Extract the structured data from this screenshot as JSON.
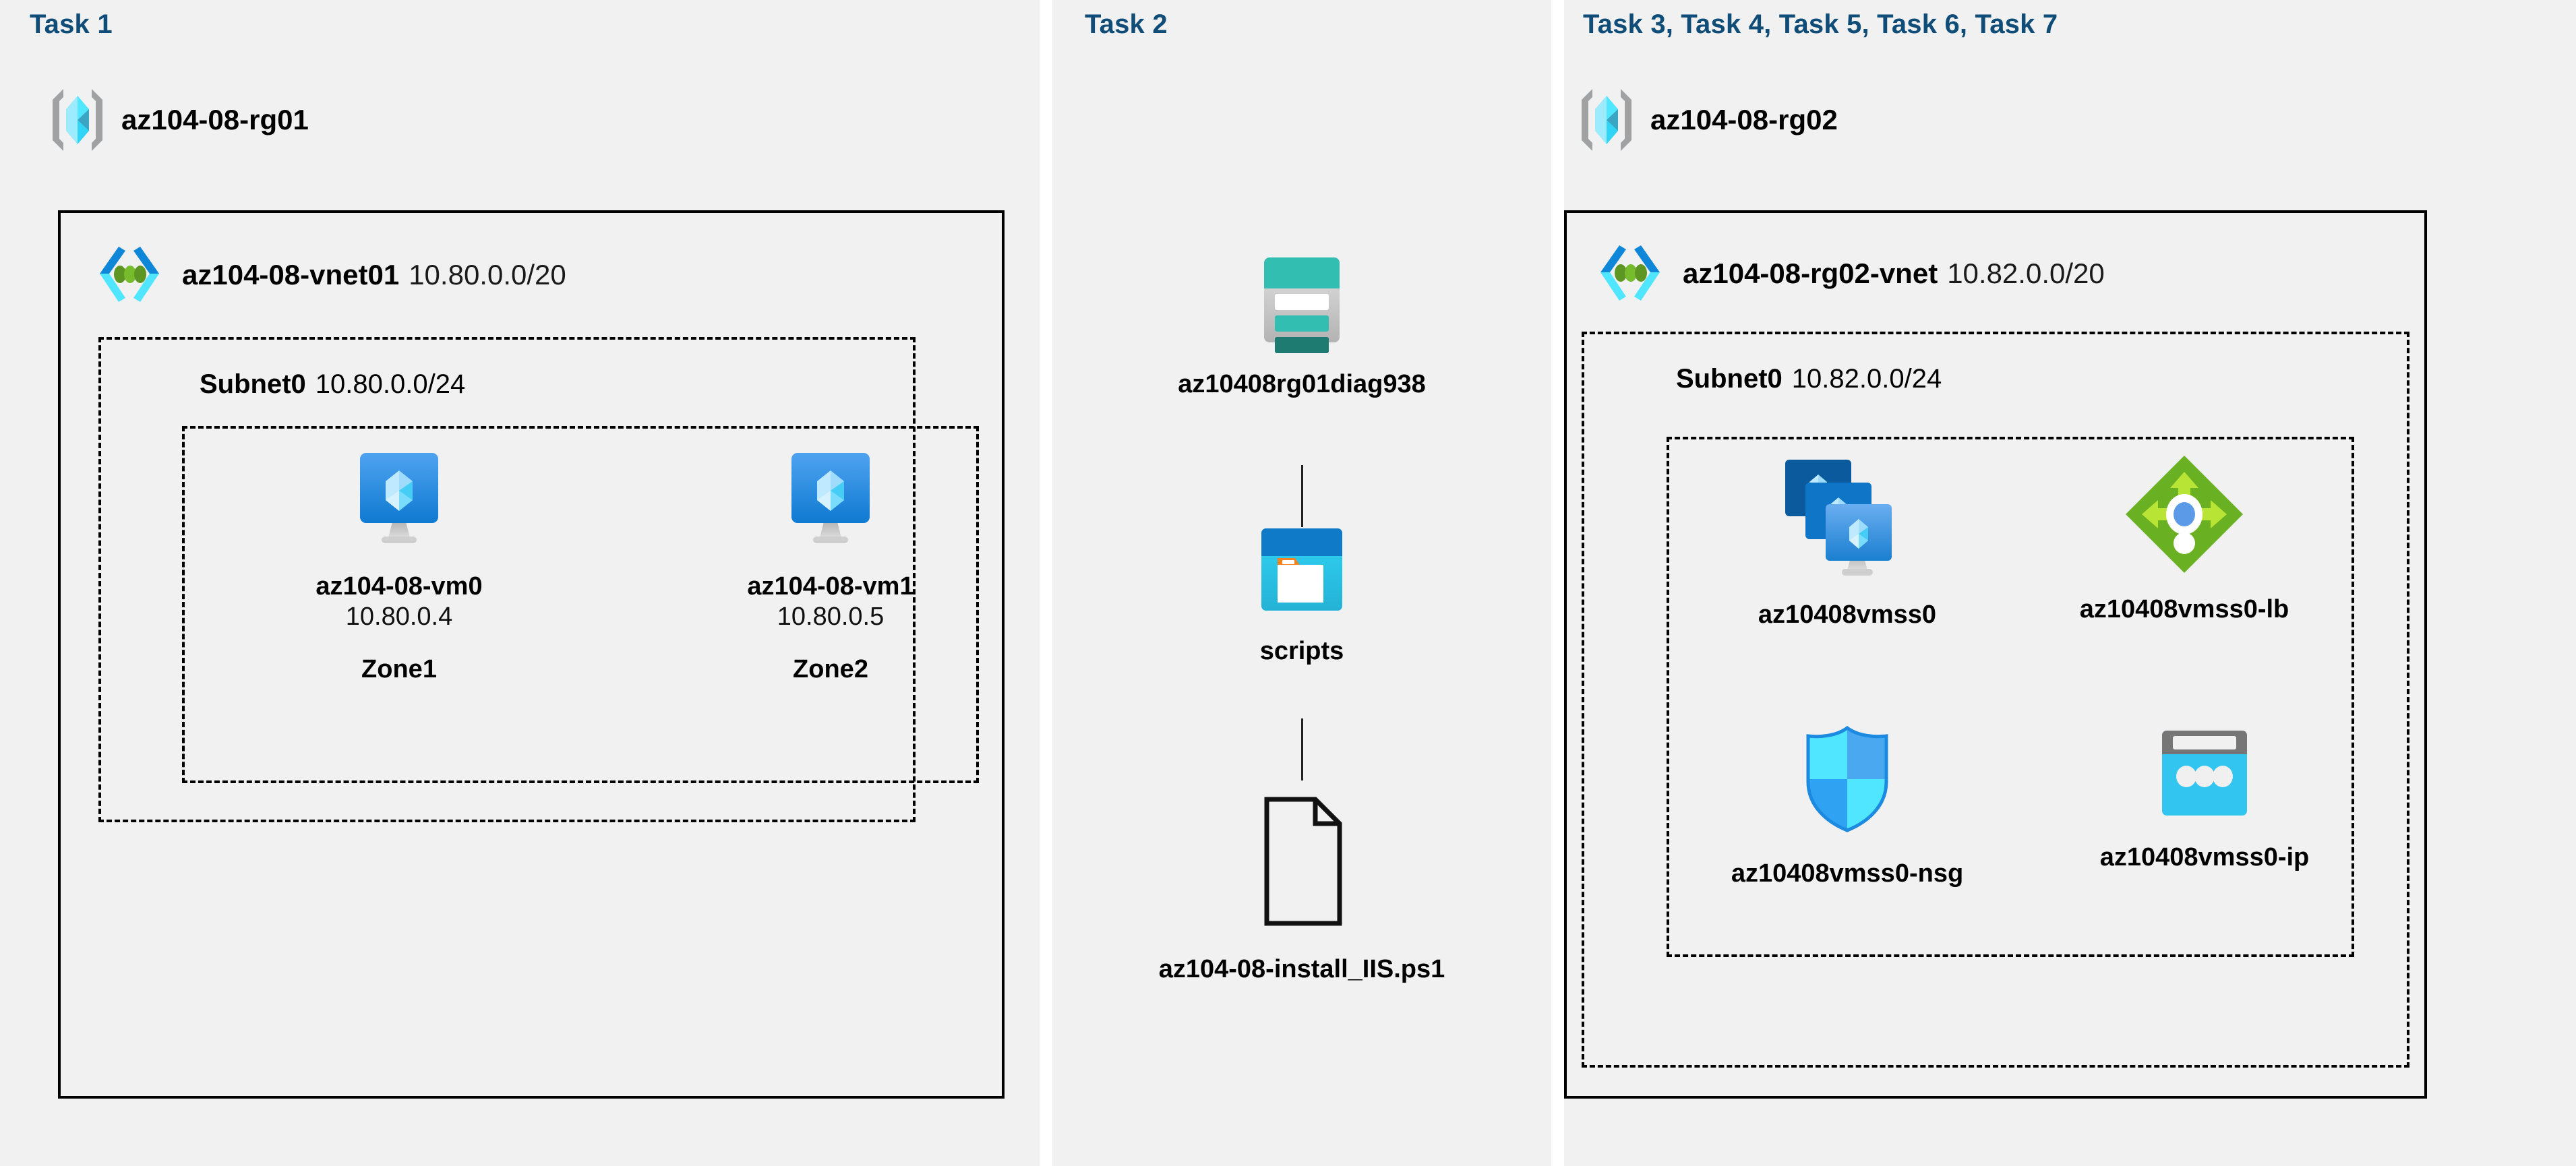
{
  "panels": [
    {
      "heading": "Task 1"
    },
    {
      "heading": "Task 2"
    },
    {
      "heading": "Task 3, Task 4, Task 5, Task 6, Task 7"
    }
  ],
  "task1": {
    "heading": "Task 1",
    "resource_group": {
      "name": "az104-08-rg01",
      "icon": "resource-group-icon"
    },
    "vnet": {
      "name": "az104-08-vnet01",
      "cidr": "10.80.0.0/20",
      "icon": "virtual-network-icon"
    },
    "subnet": {
      "name": "Subnet0",
      "cidr": "10.80.0.0/24"
    },
    "vms": [
      {
        "name": "az104-08-vm0",
        "ip": "10.80.0.4",
        "zone": "Zone1",
        "icon": "virtual-machine-icon"
      },
      {
        "name": "az104-08-vm1",
        "ip": "10.80.0.5",
        "zone": "Zone2",
        "icon": "virtual-machine-icon"
      }
    ]
  },
  "task2": {
    "heading": "Task 2",
    "storage_account": {
      "name": "az10408rg01diag938",
      "icon": "storage-account-icon"
    },
    "container": {
      "name": "scripts",
      "icon": "blob-container-icon"
    },
    "file": {
      "name": "az104-08-install_IIS.ps1",
      "icon": "file-document-icon"
    }
  },
  "task3": {
    "heading": "Task 3, Task 4, Task 5, Task 6, Task 7",
    "resource_group": {
      "name": "az104-08-rg02",
      "icon": "resource-group-icon"
    },
    "vnet": {
      "name": "az104-08-rg02-vnet",
      "cidr": "10.82.0.0/20",
      "icon": "virtual-network-icon"
    },
    "subnet": {
      "name": "Subnet0",
      "cidr": "10.82.0.0/24"
    },
    "resources": [
      {
        "name": "az10408vmss0",
        "icon": "vm-scale-set-icon"
      },
      {
        "name": "az10408vmss0-lb",
        "icon": "load-balancer-icon"
      },
      {
        "name": "az10408vmss0-nsg",
        "icon": "network-security-group-icon"
      },
      {
        "name": "az10408vmss0-ip",
        "icon": "public-ip-address-icon"
      }
    ]
  },
  "colors": {
    "panel_background": "#f1f1f1",
    "page_background": "#ffffff",
    "task_heading": "#0f4c78",
    "border": "#000000",
    "azure_blue": "#0078d4",
    "azure_cyan": "#50e6ff",
    "storage_teal": "#32bfb2",
    "storage_teal_dark": "#1d7b72",
    "lb_green": "#59a818",
    "lb_green_light": "#a4e028",
    "nsg_blue": "#32b3ff",
    "rg_gray": "#a0a1a2",
    "orange": "#f58220"
  }
}
